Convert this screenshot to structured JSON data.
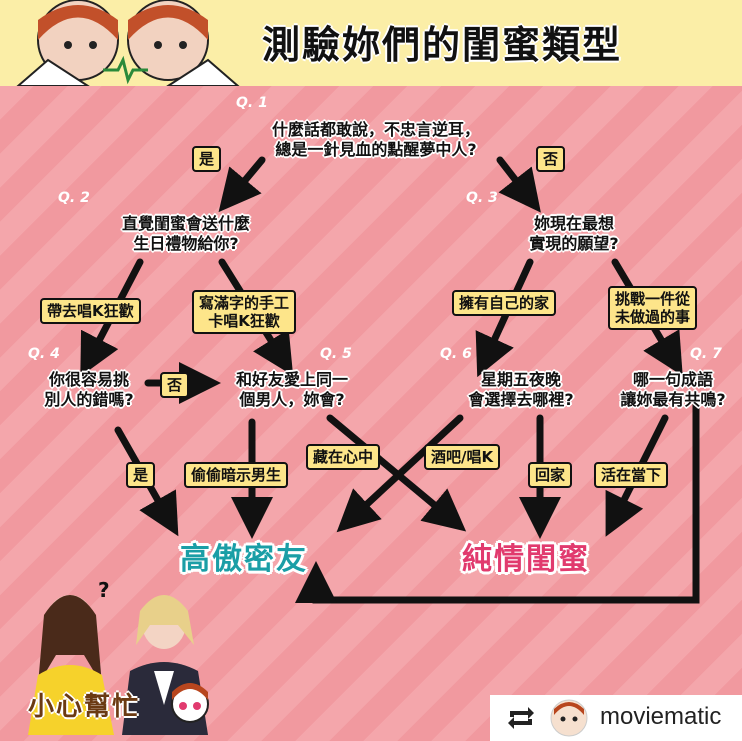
{
  "title": "測驗妳們的閨蜜類型",
  "questions": {
    "q1": {
      "label": "Q. 1",
      "text_line1": "什麼話都敢說，不忠言逆耳，",
      "text_line2": "總是一針見血的點醒夢中人?"
    },
    "q2": {
      "label": "Q. 2",
      "text_line1": "直覺閨蜜會送什麼",
      "text_line2": "生日禮物給你?"
    },
    "q3": {
      "label": "Q. 3",
      "text_line1": "妳現在最想",
      "text_line2": "實現的願望?"
    },
    "q4": {
      "label": "Q. 4",
      "text_line1": "你很容易挑",
      "text_line2": "別人的錯嗎?"
    },
    "q5": {
      "label": "Q. 5",
      "text_line1": "和好友愛上同一",
      "text_line2": "個男人，妳會?"
    },
    "q6": {
      "label": "Q. 6",
      "text_line1": "星期五夜晚",
      "text_line2": "會選擇去哪裡?"
    },
    "q7": {
      "label": "Q. 7",
      "text_line1": "哪一句成語",
      "text_line2": "讓妳最有共鳴?"
    }
  },
  "answers": {
    "q1_yes": "是",
    "q1_no": "否",
    "q2_a": "帶去唱K狂歡",
    "q2_b_line1": "寫滿字的手工",
    "q2_b_line2": "卡唱K狂歡",
    "q3_a": "擁有自己的家",
    "q3_b_line1": "挑戰一件從",
    "q3_b_line2": "未做過的事",
    "q4_no": "否",
    "q4_yes": "是",
    "q5_a": "偷偷暗示男生",
    "q5_b": "藏在心中",
    "q6_a": "酒吧/唱K",
    "q6_b": "回家",
    "q7_a": "活在當下"
  },
  "results": {
    "r1": "高傲密友",
    "r2": "純情閨蜜"
  },
  "footer": {
    "handle": "moviematic",
    "logo": "小心幫忙"
  },
  "colors": {
    "header_bg": "#fbeea7",
    "paper_bg": "#f4a6ab",
    "tag_bg": "#fde58a",
    "result1": "#1a9ea6",
    "result2": "#e13a6e"
  }
}
